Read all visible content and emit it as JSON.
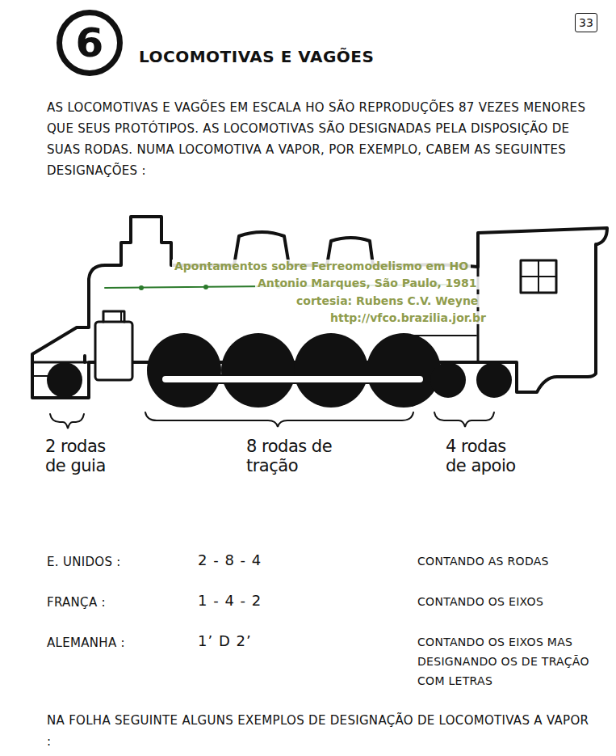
{
  "diagram": {
    "title": "LOCOMOTIVAS E VAGÕES",
    "nodes": [
      {
        "text": [
          "6"
        ]
      },
      {
        "text": [
          "33"
        ]
      }
    ],
    "edges": [],
    "labels": [
      "AS LOCOMOTIVAS E VAGÕES EM ESCALA HO SÃO REPRODUÇÕES 87 VEZES MENORES QUE SEUS PROTÓTIPOS. AS LOCOMOTIVAS SÃO DESIGNADAS PELA DISPOSIÇÃO DE SUAS RODAS. NUMA LOCOMOTIVA A VAPOR, POR EXEMPLO, CABEM AS SEGUINTES DESIGNAÇÕES :",
      "Apontamentos sobre Ferreomodelismo em HO",
      "Antonio Marques, São Paulo, 1981",
      "cortesia: Rubens C.V. Weyne",
      "http://vfco.brazilia.jor.br",
      "2 rodas de guia",
      "8 rodas de tração",
      "4 rodas de apoio",
      "E. UNIDOS :",
      "2 - 8 - 4",
      "CONTANDO AS RODAS",
      "FRANÇA :",
      "1 - 4 - 2",
      "CONTANDO OS EIXOS",
      "ALEMANHA :",
      "1’ D 2’",
      "CONTANDO OS EIXOS MAS DESIGNANDO OS DE TRAÇÃO COM LETRAS",
      "NA FOLHA SEGUINTE ALGUNS EXEMPLOS DE DESIGNAÇÃO DE LOCOMOTIVAS A VAPOR :"
    ]
  }
}
